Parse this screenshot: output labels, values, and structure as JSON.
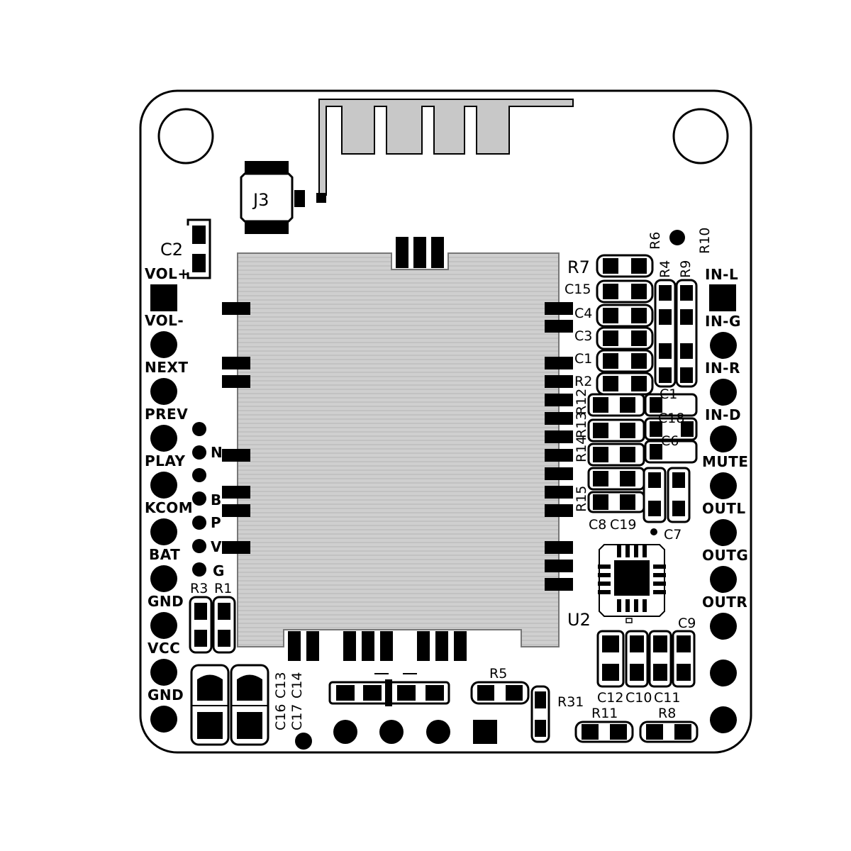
{
  "left_pins": [
    "VOL+",
    "VOL-",
    "NEXT",
    "PREV",
    "PLAY",
    "KCOM",
    "BAT",
    "GND",
    "VCC",
    "GND"
  ],
  "right_pins": [
    "IN-L",
    "IN-G",
    "IN-R",
    "IN-D",
    "MUTE",
    "OUTL",
    "OUTG",
    "OUTR"
  ],
  "side_labels": [
    "N",
    "B",
    "P",
    "V",
    "G"
  ],
  "components": {
    "j3": "J3",
    "c2": "C2",
    "r3": "R3",
    "r1": "R1",
    "r7": "R7",
    "r6": "R6",
    "r10": "R10",
    "r4": "R4",
    "r9": "R9",
    "c15": "C15",
    "c4": "C4",
    "c3": "C3",
    "c1": "C1",
    "r2": "R2",
    "c_top": "C1",
    "c18": "C18",
    "c6": "C6",
    "r12": "R12",
    "r13": "R13",
    "r14": "R14",
    "r15": "R15",
    "c8": "C8",
    "c19": "C19",
    "c7": "C7",
    "u2": "U2",
    "c9": "C9",
    "c12": "C12",
    "c10": "C10",
    "c11": "C11",
    "r11": "R11",
    "r8": "R8",
    "r5": "R5",
    "r31": "R31",
    "c16": "C16",
    "c17": "C17",
    "c13": "C13",
    "c14": "C14"
  },
  "colors": {
    "board_outline": "#000000",
    "board_fill": "#ffffff",
    "module_fill": "#c8c8c8",
    "copper_pad": "#000000"
  }
}
